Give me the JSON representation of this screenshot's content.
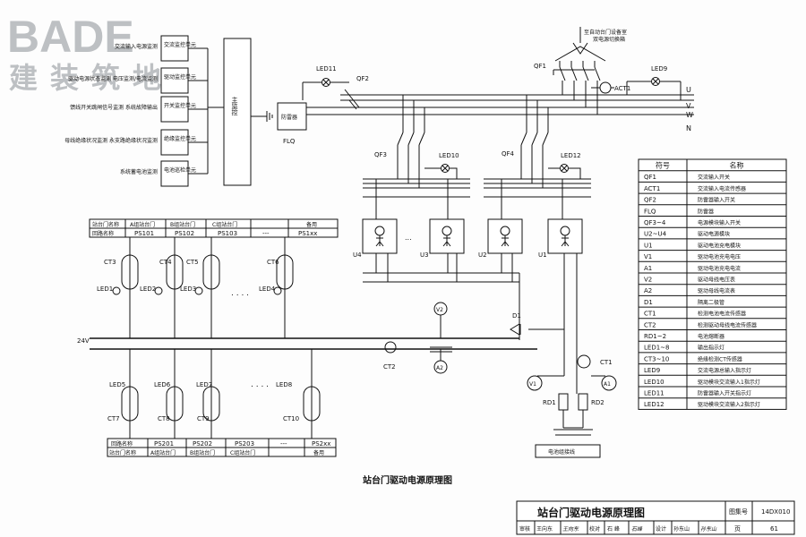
{
  "watermark": {
    "brand": "BADE",
    "sub": "建装筑地"
  },
  "monitor_panel": {
    "items": [
      {
        "left": "交流输入电源监测",
        "right": "交流监控单元"
      },
      {
        "left": "驱动电源状态监测 电压监测/电流监测",
        "right": "驱动监控单元"
      },
      {
        "left": "馈线开关跳闸信号监测 系统故障输出",
        "right": "开关监控单元"
      },
      {
        "left": "母线绝缘状况监测 永支路绝缘状况监测",
        "right": "绝缘监控单元"
      },
      {
        "left": "系统蓄电池监测",
        "right": "电池巡检单元"
      }
    ],
    "main_controller": "主监控"
  },
  "top_input": {
    "note_line1": "至自动台门设备室",
    "note_line2": "双电源切换箱"
  },
  "labels": {
    "led11": "LED11",
    "qf2": "QF2",
    "arrester": "防雷器",
    "flq": "FLQ",
    "qf1": "QF1",
    "led9": "LED9",
    "act1": "ACT1",
    "bus_u": "U",
    "bus_v": "V",
    "bus_w": "W",
    "bus_n": "N",
    "qf3": "QF3",
    "qf4": "QF4",
    "led10": "LED10",
    "led12": "LED12",
    "u4": "U4",
    "u3": "U3",
    "u2": "U2",
    "u1": "U1",
    "dots": "...",
    "v2": "V2",
    "a2": "A2",
    "ct2": "CT2",
    "d1": "D1",
    "ct1": "CT1",
    "v1": "V1",
    "a1": "A1",
    "rd1": "RD1",
    "rd2": "RD2",
    "battery": "电池组接线",
    "v24": "24V",
    "hdots": ". . . ."
  },
  "upper_feeder_table": {
    "row1": [
      "站台门名称",
      "A组站台门",
      "B组站台门",
      "C组站台门",
      "",
      "备用"
    ],
    "row2": [
      "回路名称",
      "PS101",
      "PS102",
      "PS103",
      "---",
      "PS1xx"
    ]
  },
  "lower_feeder_table": {
    "row1": [
      "回路名称",
      "PS201",
      "PS202",
      "PS203",
      "---",
      "PS2xx"
    ],
    "row2": [
      "站台门名称",
      "A组站台门",
      "B组站台门",
      "C组站台门",
      "",
      "备用"
    ]
  },
  "upper_cts": [
    "CT3",
    "CT4",
    "CT5",
    "CT6"
  ],
  "upper_leds": [
    "LED1",
    "LED2",
    "LED3",
    "LED4"
  ],
  "lower_leds": [
    "LED5",
    "LED6",
    "LED7",
    "LED8"
  ],
  "lower_cts": [
    "CT7",
    "CT8",
    "CT9",
    "CT10"
  ],
  "legend": {
    "header": [
      "符号",
      "名称"
    ],
    "rows": [
      [
        "QF1",
        "交流输入开关"
      ],
      [
        "ACT1",
        "交流输入电流传感器"
      ],
      [
        "QF2",
        "防雷器输入开关"
      ],
      [
        "FLQ",
        "防雷器"
      ],
      [
        "QF3~4",
        "电源模块输入开关"
      ],
      [
        "U2~U4",
        "驱动电源模块"
      ],
      [
        "U1",
        "驱动电池充电模块"
      ],
      [
        "V1",
        "驱动电池充电电压"
      ],
      [
        "A1",
        "驱动电池充电电流"
      ],
      [
        "V2",
        "驱动母线电压表"
      ],
      [
        "A2",
        "驱动母线电流表"
      ],
      [
        "D1",
        "隔离二极管"
      ],
      [
        "CT1",
        "检测电池电流传感器"
      ],
      [
        "CT2",
        "检测驱动母线电流传感器"
      ],
      [
        "RD1~2",
        "电池熔断器"
      ],
      [
        "LED1~8",
        "输出指示灯"
      ],
      [
        "CT3~10",
        "绝缘检测CT传感器"
      ],
      [
        "LED9",
        "交流电源总输入指示灯"
      ],
      [
        "LED10",
        "驱动模块交流输入1指示灯"
      ],
      [
        "LED11",
        "防雷器输入开关指示灯"
      ],
      [
        "LED12",
        "驱动模块交流输入2指示灯"
      ]
    ]
  },
  "caption": "站台门驱动电源原理图",
  "title_block": {
    "title": "站台门驱动电源原理图",
    "atlas_label": "图集号",
    "atlas_no": "14DX010",
    "page_label": "页",
    "page_no": "61",
    "sign_row": [
      "审核",
      "王向东",
      "王向东",
      "校对",
      "石 峰",
      "石峰",
      "设计",
      "孙东山",
      "孙东山"
    ]
  }
}
